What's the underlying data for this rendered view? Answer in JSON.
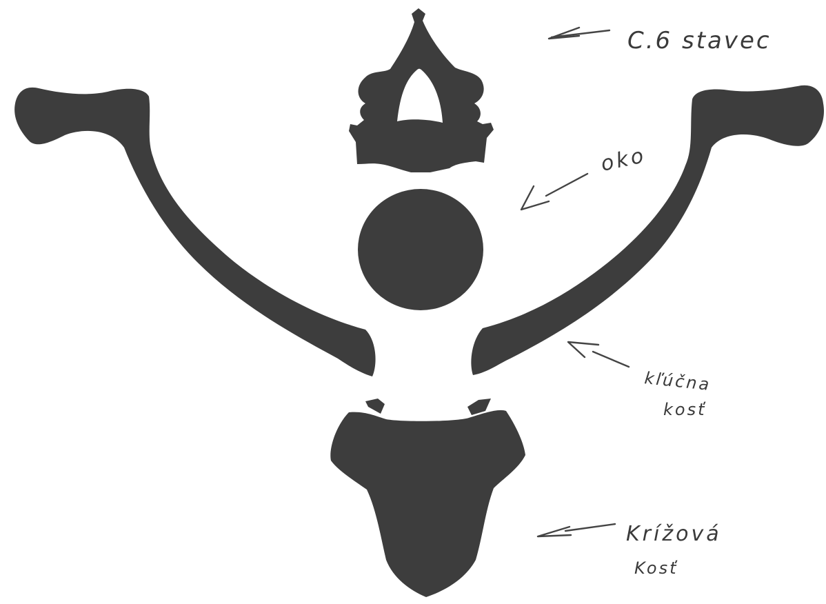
{
  "labels": {
    "vertebra": "C.6 stavec",
    "eye": "oko",
    "clavicle_line1": "kľúčna",
    "clavicle_line2": "kosť",
    "sacrum_line1": "Krížová",
    "sacrum_line2": "Kosť"
  },
  "colors": {
    "bone": "#3d3d3d",
    "ink": "#3a3a3a",
    "background": "#ffffff"
  }
}
